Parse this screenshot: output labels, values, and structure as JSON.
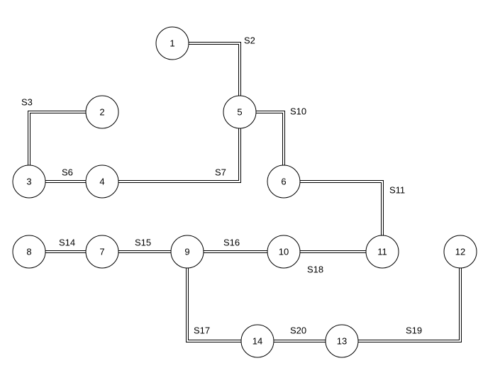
{
  "diagram": {
    "nodes": [
      {
        "id": "1",
        "label": "1"
      },
      {
        "id": "2",
        "label": "2"
      },
      {
        "id": "3",
        "label": "3"
      },
      {
        "id": "4",
        "label": "4"
      },
      {
        "id": "5",
        "label": "5"
      },
      {
        "id": "6",
        "label": "6"
      },
      {
        "id": "7",
        "label": "7"
      },
      {
        "id": "8",
        "label": "8"
      },
      {
        "id": "9",
        "label": "9"
      },
      {
        "id": "10",
        "label": "10"
      },
      {
        "id": "11",
        "label": "11"
      },
      {
        "id": "12",
        "label": "12"
      },
      {
        "id": "13",
        "label": "13"
      },
      {
        "id": "14",
        "label": "14"
      }
    ],
    "edges": [
      {
        "id": "S2",
        "label": "S2",
        "from": "1",
        "to": "5"
      },
      {
        "id": "S3",
        "label": "S3",
        "from": "2",
        "to": "3"
      },
      {
        "id": "S6",
        "label": "S6",
        "from": "3",
        "to": "4"
      },
      {
        "id": "S7",
        "label": "S7",
        "from": "4",
        "to": "5"
      },
      {
        "id": "S10",
        "label": "S10",
        "from": "5",
        "to": "6"
      },
      {
        "id": "S11",
        "label": "S11",
        "from": "6",
        "to": "11"
      },
      {
        "id": "S14",
        "label": "S14",
        "from": "8",
        "to": "7"
      },
      {
        "id": "S15",
        "label": "S15",
        "from": "7",
        "to": "9"
      },
      {
        "id": "S16",
        "label": "S16",
        "from": "9",
        "to": "10"
      },
      {
        "id": "S18",
        "label": "S18",
        "from": "10",
        "to": "11"
      },
      {
        "id": "S17",
        "label": "S17",
        "from": "9",
        "to": "14"
      },
      {
        "id": "S20",
        "label": "S20",
        "from": "14",
        "to": "13"
      },
      {
        "id": "S19",
        "label": "S19",
        "from": "13",
        "to": "12"
      }
    ]
  }
}
